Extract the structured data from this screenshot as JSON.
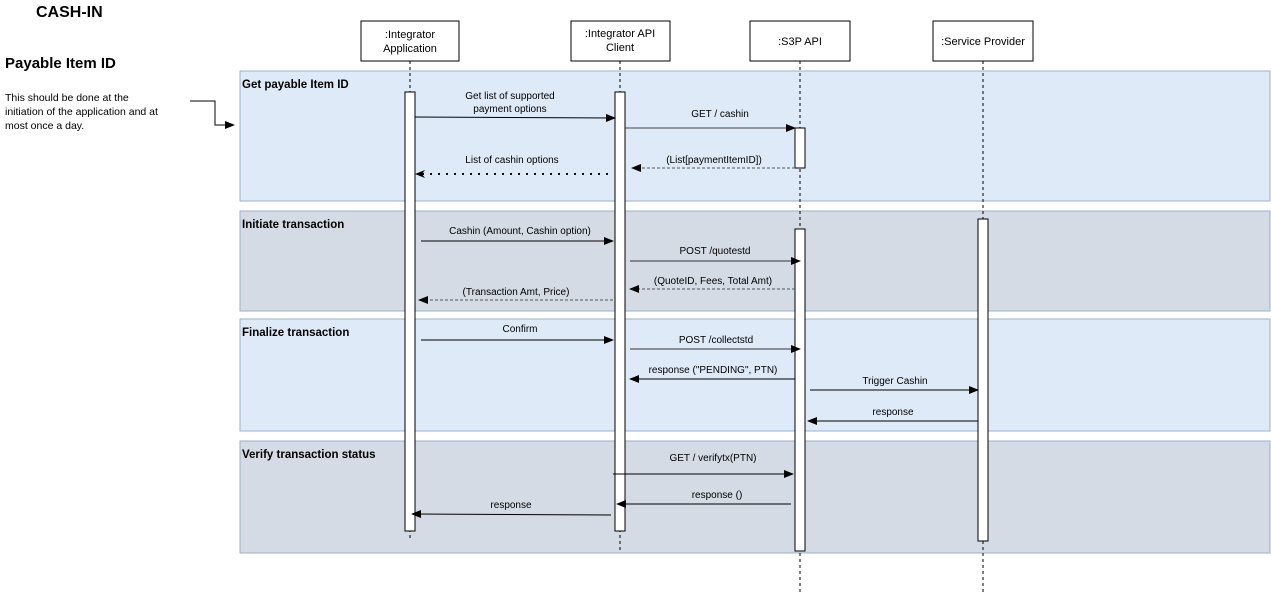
{
  "diagram": {
    "title": "CASH-IN",
    "section_heading": "Payable Item ID",
    "note_lines": [
      "This should be done at the",
      "initiation of the application and at",
      "most once a day."
    ],
    "colors": {
      "frame_blue": "#dfeaf9",
      "frame_grey": "#d4dbe4",
      "frame_border": "#9bb0cc",
      "line": "#000000"
    },
    "participants": [
      {
        "id": "integrator-application",
        "lines": [
          ":Integrator",
          "Application"
        ]
      },
      {
        "id": "integrator-api-client",
        "lines": [
          ":Integrator API",
          "Client"
        ]
      },
      {
        "id": "s3p-api",
        "lines": [
          ":S3P API"
        ]
      },
      {
        "id": "service-provider",
        "lines": [
          ":Service Provider"
        ]
      }
    ],
    "frames": [
      {
        "label": "Get payable Item ID",
        "style": "blue"
      },
      {
        "label": "Initiate transaction",
        "style": "grey"
      },
      {
        "label": "Finalize transaction",
        "style": "blue"
      },
      {
        "label": "Verify transaction status",
        "style": "grey"
      }
    ],
    "messages": [
      {
        "from": "integrator-application",
        "to": "integrator-api-client",
        "lines": [
          "Get list of supported",
          "payment options"
        ],
        "type": "sync"
      },
      {
        "from": "integrator-api-client",
        "to": "s3p-api",
        "lines": [
          "GET / cashin"
        ],
        "type": "sync"
      },
      {
        "from": "s3p-api",
        "to": "integrator-api-client",
        "lines": [
          "(List[paymentItemID])"
        ],
        "type": "return"
      },
      {
        "from": "integrator-api-client",
        "to": "integrator-application",
        "lines": [
          "List of cashin options"
        ],
        "type": "return-dotted"
      },
      {
        "from": "integrator-application",
        "to": "integrator-api-client",
        "lines": [
          "Cashin (Amount, Cashin option)"
        ],
        "type": "sync"
      },
      {
        "from": "integrator-api-client",
        "to": "s3p-api",
        "lines": [
          "POST /quotestd"
        ],
        "type": "sync"
      },
      {
        "from": "s3p-api",
        "to": "integrator-api-client",
        "lines": [
          "(QuoteID, Fees, Total Amt)"
        ],
        "type": "return"
      },
      {
        "from": "integrator-api-client",
        "to": "integrator-application",
        "lines": [
          "(Transaction Amt, Price)"
        ],
        "type": "return"
      },
      {
        "from": "integrator-application",
        "to": "integrator-api-client",
        "lines": [
          "Confirm"
        ],
        "type": "sync"
      },
      {
        "from": "integrator-api-client",
        "to": "s3p-api",
        "lines": [
          "POST /collectstd"
        ],
        "type": "sync"
      },
      {
        "from": "s3p-api",
        "to": "integrator-api-client",
        "lines": [
          "response (\"PENDING\", PTN)"
        ],
        "type": "sync"
      },
      {
        "from": "s3p-api",
        "to": "service-provider",
        "lines": [
          "Trigger Cashin"
        ],
        "type": "sync"
      },
      {
        "from": "service-provider",
        "to": "s3p-api",
        "lines": [
          "response"
        ],
        "type": "sync"
      },
      {
        "from": "integrator-api-client",
        "to": "s3p-api",
        "lines": [
          "GET / verifytx(PTN)"
        ],
        "type": "sync"
      },
      {
        "from": "s3p-api",
        "to": "integrator-api-client",
        "lines": [
          "response ()"
        ],
        "type": "sync"
      },
      {
        "from": "integrator-api-client",
        "to": "integrator-application",
        "lines": [
          "response"
        ],
        "type": "sync"
      }
    ]
  }
}
